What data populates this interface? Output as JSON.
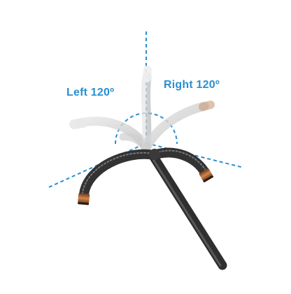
{
  "labels": {
    "left": "Left 120º",
    "right": "Right 120º"
  },
  "colors": {
    "guide_line": "#2a8fd0",
    "label_text": "#2a8fd0",
    "cable_dark": "#3c3c3c",
    "cable_ghost": "#d0d0d0",
    "tip_copper": "#b06a3a"
  },
  "articulation": {
    "left_max_degrees": 120,
    "right_max_degrees": 120
  }
}
